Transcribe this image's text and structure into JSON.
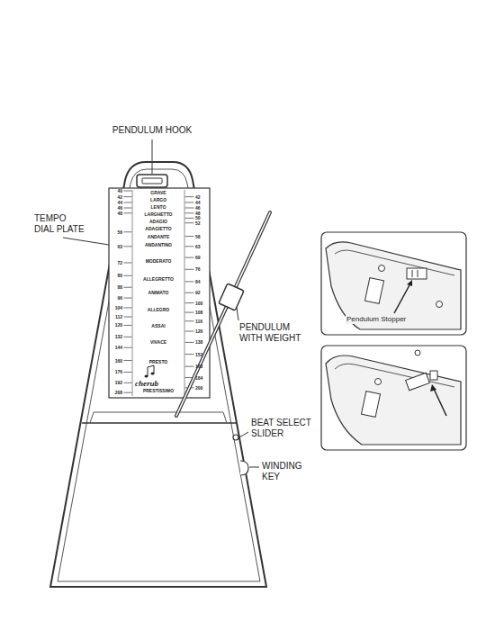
{
  "diagram": {
    "labels": [
      "PENDULUM HOOK",
      "TEMPO DIAL PLATE",
      "PENDULUM WITH WEIGHT",
      "BEAT SELECT SLIDER",
      "WINDING KEY",
      "Pendulum Stopper",
      "40",
      "42",
      "44",
      "46",
      "48",
      "56",
      "63",
      "72",
      "80",
      "88",
      "96",
      "104",
      "112",
      "120",
      "132",
      "144",
      "160",
      "176",
      "192",
      "208",
      "42",
      "44",
      "46",
      "48",
      "50",
      "52",
      "58",
      "63",
      "69",
      "76",
      "84",
      "92",
      "100",
      "108",
      "116",
      "126",
      "138",
      "152",
      "168",
      "184",
      "200",
      "GRAVE",
      "LARGO",
      "LENTO",
      "LARGHETTO",
      "ADAGIO",
      "ADAGIETTO",
      "ANDANTE",
      "ANDANTINO",
      "MODERATO",
      "ALLEGRETTO",
      "ANIMATO",
      "ALLEGRO",
      "ASSAI",
      "VIVACE",
      "PRESTO",
      "PRESTISSIMO",
      "cherub"
    ]
  }
}
